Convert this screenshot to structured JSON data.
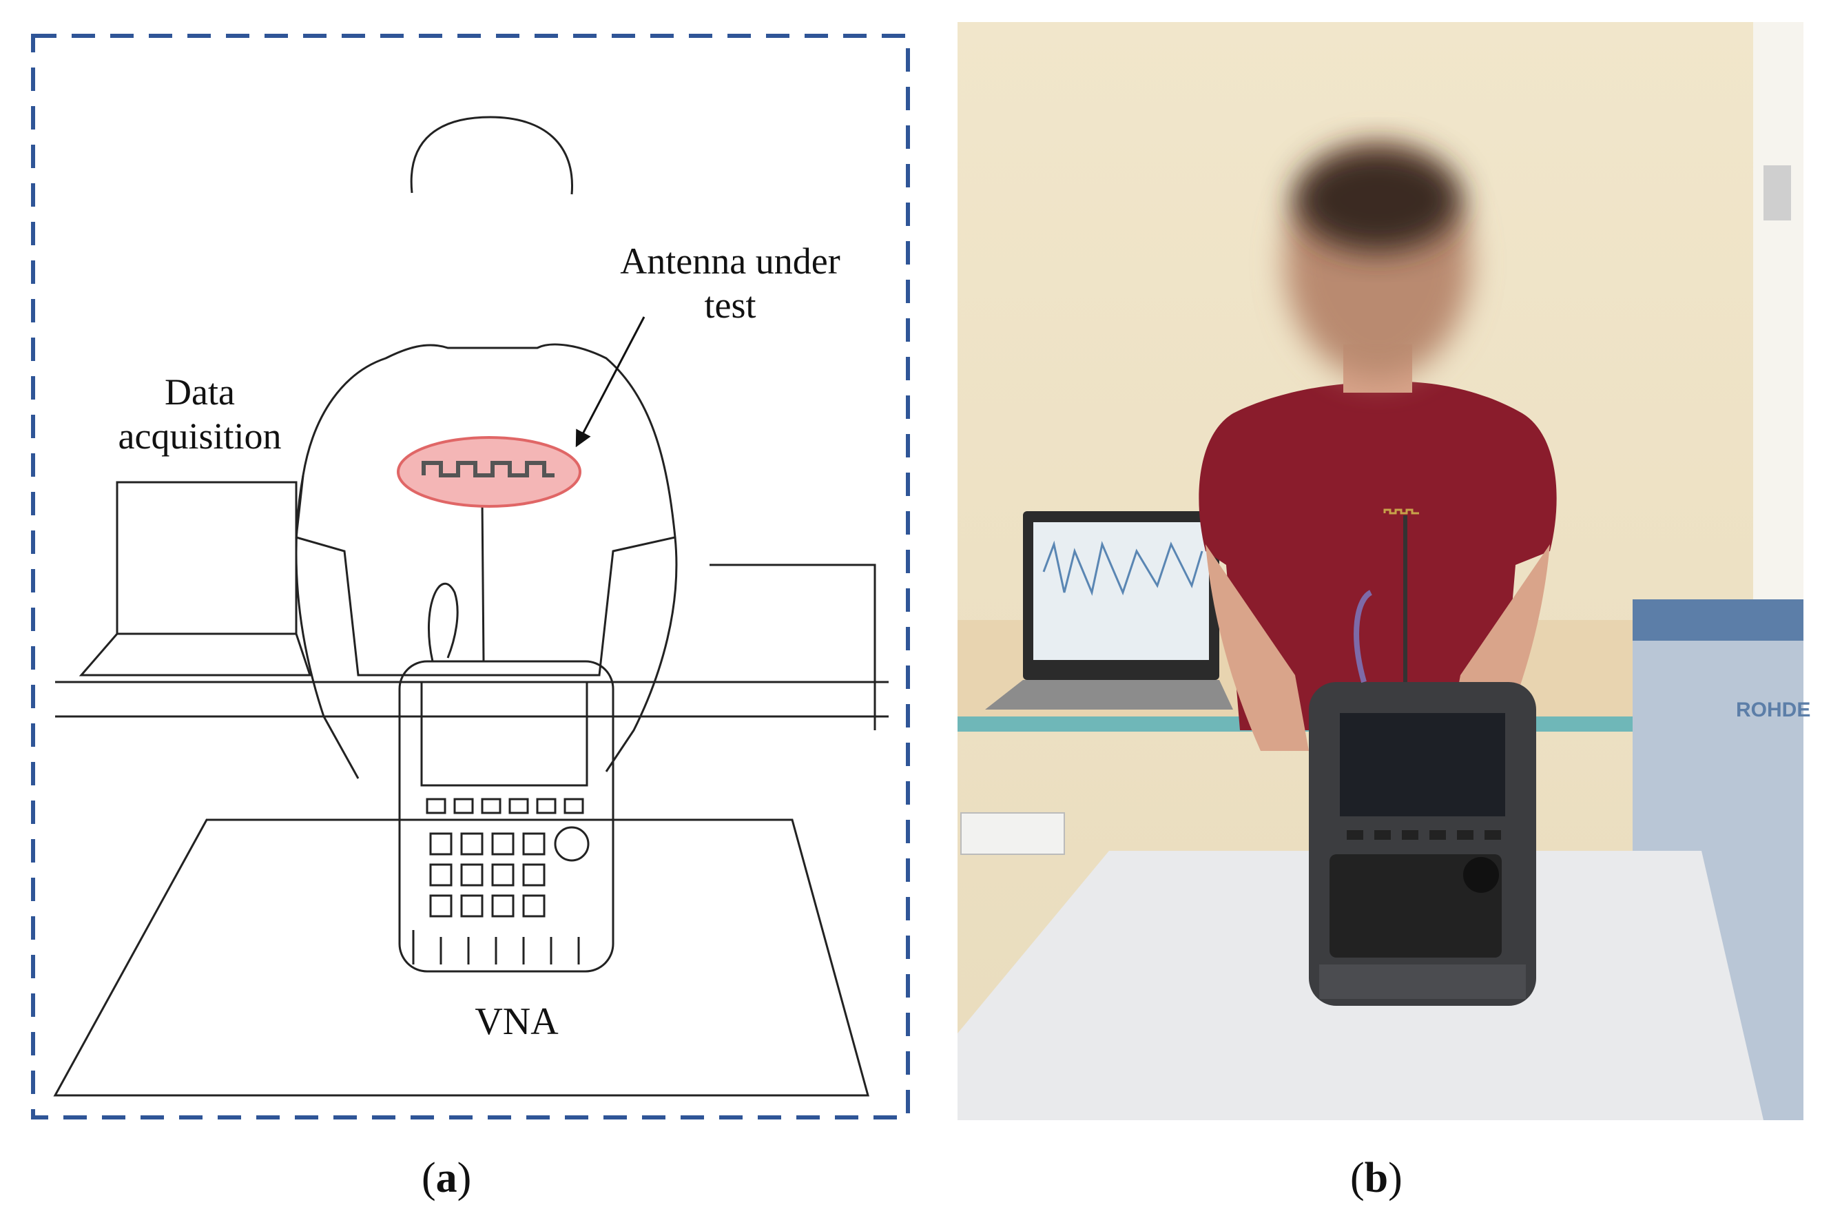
{
  "panel_a": {
    "labels": {
      "antenna": "Antenna under test",
      "data_acquisition": "Data acquisition",
      "vna": "VNA"
    },
    "caption_letter": "a"
  },
  "panel_b": {
    "caption_letter": "b",
    "instrument_brand": "ROHDE"
  },
  "colors": {
    "frame_dash": "#2f5597",
    "antenna_highlight": "#e06666",
    "shirt": "#8a1c2c",
    "wall": "#efe3c7"
  }
}
